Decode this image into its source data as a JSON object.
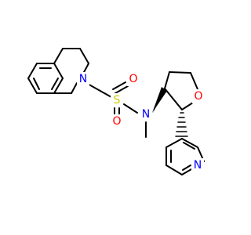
{
  "structure": {
    "atoms": {
      "n_ring": {
        "label": "N",
        "color": "#0000FF"
      },
      "sulfur": {
        "label": "S",
        "color": "#CCCC00"
      },
      "o_top": {
        "label": "O",
        "color": "#FF0000"
      },
      "o_bottom": {
        "label": "O",
        "color": "#FF0000"
      },
      "n_sulfonamide": {
        "label": "N",
        "color": "#0000FF"
      },
      "o_ring": {
        "label": "O",
        "color": "#FF0000"
      },
      "n_pyridine": {
        "label": "N",
        "color": "#0000FF"
      }
    },
    "bond_color": "#000000"
  }
}
